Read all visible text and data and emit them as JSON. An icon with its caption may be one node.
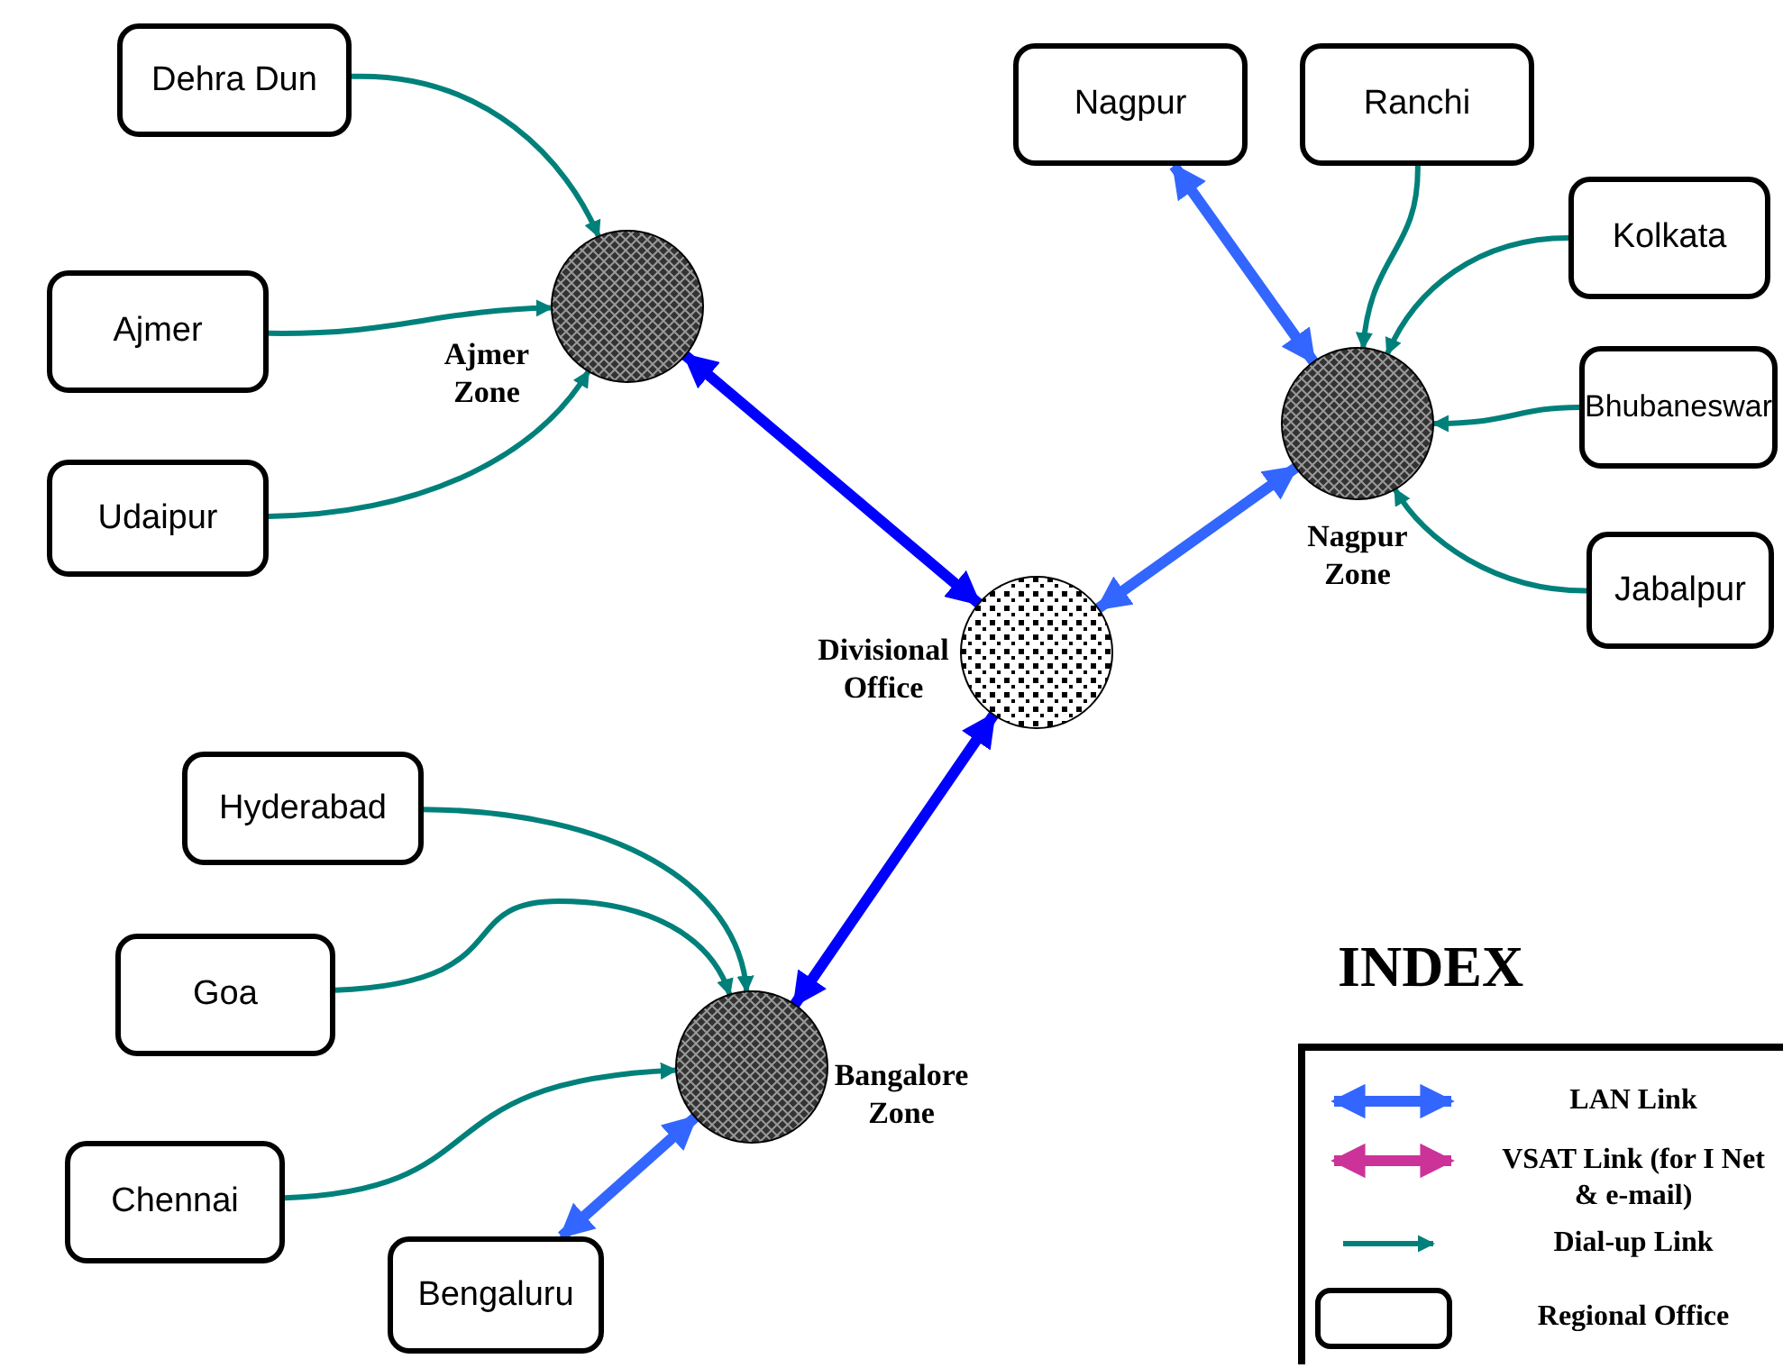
{
  "diagram": {
    "nodes": [
      {
        "text": [
          "Dehra Dun"
        ]
      },
      {
        "text": [
          "Ajmer"
        ]
      },
      {
        "text": [
          "Udaipur"
        ]
      },
      {
        "text": [],
        "shape": "circle",
        "beside": [
          "Ajmer Zone"
        ]
      },
      {
        "text": [
          "Nagpur"
        ]
      },
      {
        "text": [
          "Ranchi"
        ]
      },
      {
        "text": [
          "Kolkata"
        ]
      },
      {
        "text": [
          "Bhubaneswar"
        ]
      },
      {
        "text": [],
        "shape": "circle",
        "beside": [
          "Nagpur Zone"
        ]
      },
      {
        "text": [
          "Jabalpur"
        ]
      },
      {
        "text": [],
        "shape": "circle",
        "beside": [
          "Divisional Office"
        ]
      },
      {
        "text": [
          "Hyderabad"
        ]
      },
      {
        "text": [
          "Goa"
        ]
      },
      {
        "text": [
          "Chennai"
        ]
      },
      {
        "text": [],
        "shape": "circle",
        "beside": [
          "Bangalore Zone"
        ]
      },
      {
        "text": [
          "Bengaluru"
        ]
      }
    ],
    "edges": [
      {
        "from": 0,
        "to": 3,
        "arrow": "to"
      },
      {
        "from": 1,
        "to": 3,
        "arrow": "to"
      },
      {
        "from": 2,
        "to": 3,
        "arrow": "to"
      },
      {
        "from": 4,
        "to": 8,
        "arrow": "both",
        "style": "thick",
        "color": "#3366ff"
      },
      {
        "from": 5,
        "to": 8,
        "arrow": "to"
      },
      {
        "from": 6,
        "to": 8,
        "arrow": "to"
      },
      {
        "from": 7,
        "to": 8,
        "arrow": "to"
      },
      {
        "from": 9,
        "to": 8,
        "arrow": "to"
      },
      {
        "from": 8,
        "to": 10,
        "arrow": "both",
        "style": "thick",
        "color": "#3366ff"
      },
      {
        "from": 3,
        "to": 10,
        "arrow": "both",
        "style": "thick",
        "color": "#0000ff"
      },
      {
        "from": 10,
        "to": 14,
        "arrow": "both",
        "style": "thick",
        "color": "#0000ff"
      },
      {
        "from": 11,
        "to": 14,
        "arrow": "to"
      },
      {
        "from": 12,
        "to": 14,
        "arrow": "to"
      },
      {
        "from": 13,
        "to": 14,
        "arrow": "to"
      },
      {
        "from": 14,
        "to": 15,
        "arrow": "both",
        "style": "thick",
        "color": "#3366ff"
      }
    ],
    "labels": [
      "INDEX"
    ],
    "legend": [
      {
        "text": "LAN Link"
      },
      {
        "text": "VSAT Link (for I Net & e-mail)"
      },
      {
        "text": "Dial-up Link"
      },
      {
        "text": "Regional Office"
      }
    ]
  }
}
